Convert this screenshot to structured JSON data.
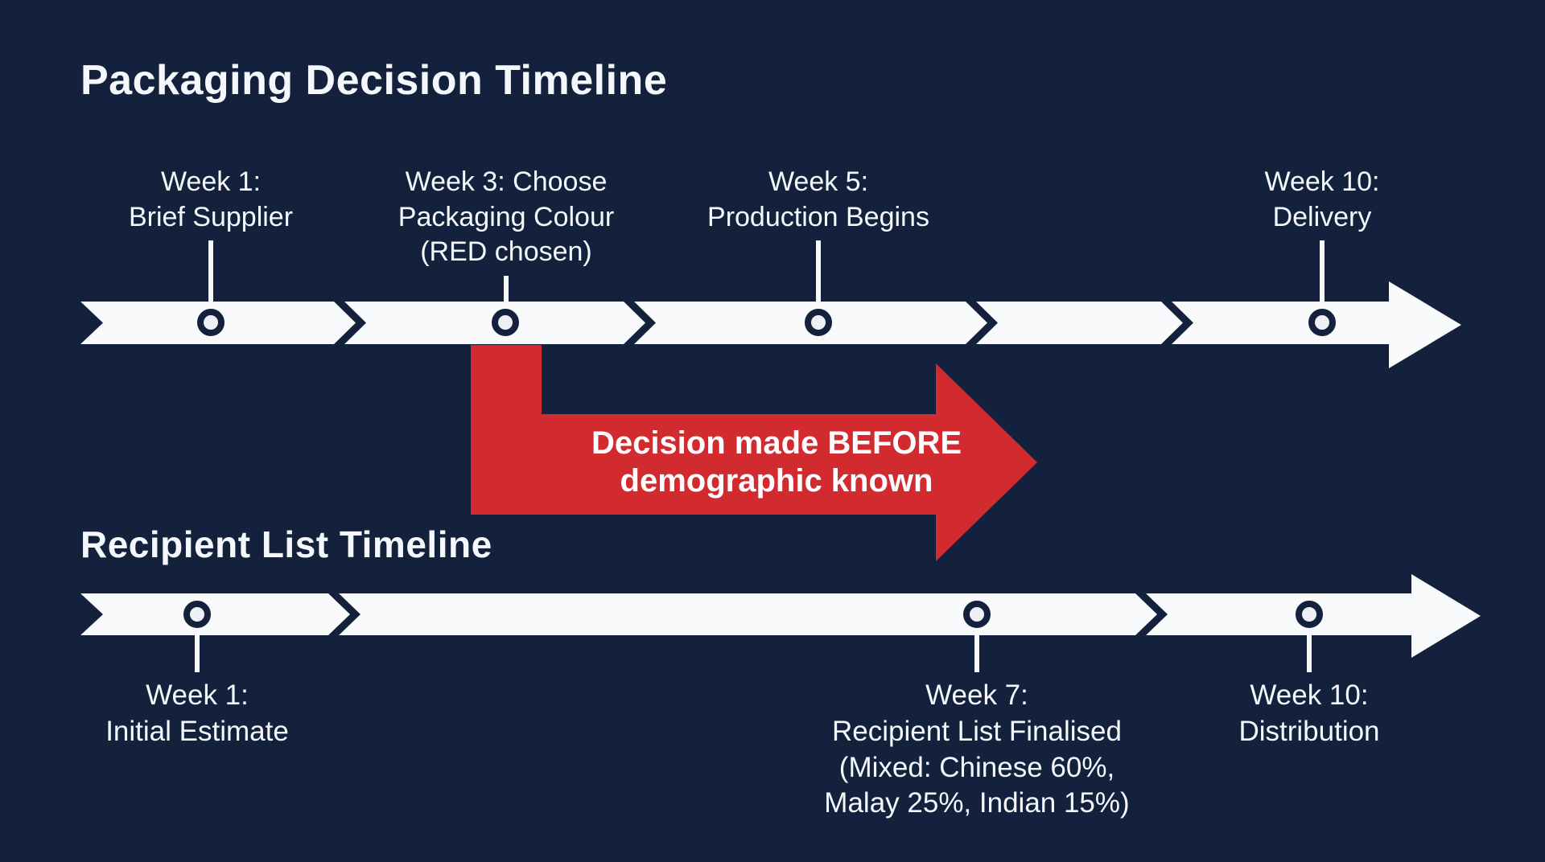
{
  "colors": {
    "background": "#13213d",
    "ribbon_white": "#f8fafc",
    "marker_ink": "#13213d",
    "callout_red": "#d22b2f",
    "text": "#f4f7fb"
  },
  "packaging_timeline": {
    "title": "Packaging Decision Timeline",
    "milestones": [
      {
        "lines": [
          "Week 1:",
          "Brief Supplier"
        ]
      },
      {
        "lines": [
          "Week 3: Choose",
          "Packaging Colour",
          "(RED chosen)"
        ]
      },
      {
        "lines": [
          "Week 5:",
          "Production Begins"
        ]
      },
      {
        "lines": [
          "Week 10:",
          "Delivery"
        ]
      }
    ]
  },
  "recipient_timeline": {
    "title": "Recipient List Timeline",
    "milestones": [
      {
        "lines": [
          "Week 1:",
          "Initial Estimate"
        ]
      },
      {
        "lines": [
          "Week 7:",
          "Recipient List Finalised",
          "(Mixed: Chinese 60%,",
          "Malay 25%, Indian 15%)"
        ]
      },
      {
        "lines": [
          "Week 10:",
          "Distribution"
        ]
      }
    ]
  },
  "callout": {
    "lines": [
      "Decision made BEFORE",
      "demographic known"
    ]
  }
}
